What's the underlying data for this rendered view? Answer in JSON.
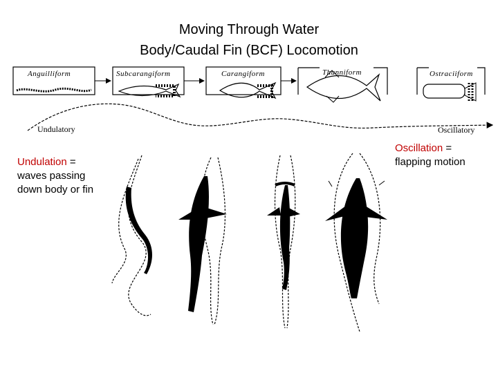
{
  "title": {
    "line1": "Moving Through Water",
    "line2": "Body/Caudal Fin (BCF) Locomotion"
  },
  "forms": [
    "Anguilliform",
    "Subcarangiform",
    "Carangiform",
    "Thunniform",
    "Ostraciiform"
  ],
  "scale": {
    "left": "Undulatory",
    "right": "Oscillatory"
  },
  "undulation_note": {
    "term": "Undulation",
    "rest_line1": " =",
    "line2": "waves passing",
    "line3": "down body or fin"
  },
  "oscillation_note": {
    "term": "Oscillation",
    "rest_line1": " =",
    "line2": "flapping motion"
  },
  "colors": {
    "highlight": "#c00000",
    "ink": "#000000"
  }
}
